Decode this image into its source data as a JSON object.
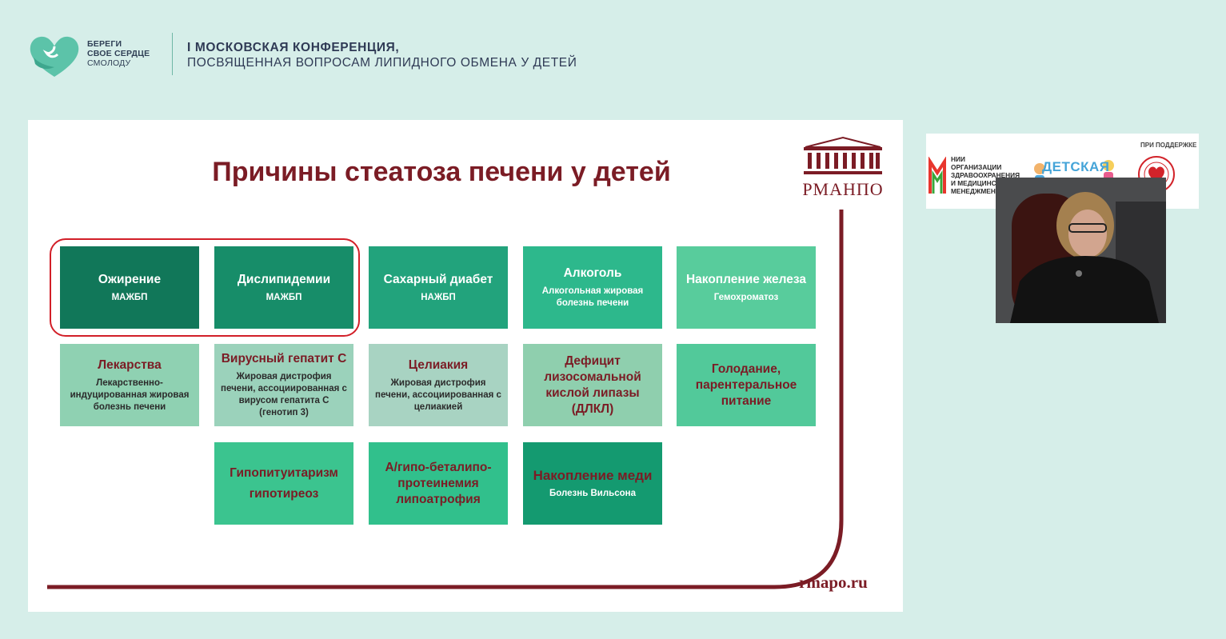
{
  "header": {
    "logo_lines": [
      "БЕРЕГИ",
      "СВОЕ СЕРДЦЕ",
      "СМОЛОДУ"
    ],
    "conference_line1": "I МОСКОВСКАЯ КОНФЕРЕНЦИЯ,",
    "conference_line2": "ПОСВЯЩЕННАЯ ВОПРОСАМ ЛИПИДНОГО ОБМЕНА У ДЕТЕЙ"
  },
  "slide": {
    "title": "Причины стеатоза печени у детей",
    "org_name": "РМАНПО",
    "site": "rmapo.ru",
    "cards": [
      {
        "title": "Ожирение",
        "subtitle": "МАЖБП",
        "style": "dark"
      },
      {
        "title": "Дислипидемии",
        "subtitle": "МАЖБП",
        "style": "dark"
      },
      {
        "title": "Сахарный диабет",
        "subtitle": "НАЖБП",
        "style": "dark"
      },
      {
        "title": "Алкоголь",
        "subtitle": "Алкогольная жировая болезнь печени",
        "style": "dark"
      },
      {
        "title": "Накопление железа",
        "subtitle": "Гемохроматоз",
        "style": "dark"
      },
      {
        "title": "Лекарства",
        "subtitle": "Лекарственно-индуцированная жировая болезнь печени",
        "style": "red"
      },
      {
        "title": "Вирусный гепатит С",
        "subtitle": "Жировая дистрофия печени, ассоциированная с вирусом гепатита С (генотип 3)",
        "style": "red"
      },
      {
        "title": "Целиакия",
        "subtitle": "Жировая дистрофия печени, ассоциированная с целиакией",
        "style": "red"
      },
      {
        "title": "Дефицит лизосомальной кислой липазы (ДЛКЛ)",
        "subtitle": "",
        "style": "red"
      },
      {
        "title": "Голодание, парентеральное питание",
        "subtitle": "",
        "style": "red"
      },
      {
        "title": "Гипопитуитаризм",
        "subtitle": "гипотиреоз",
        "style": "red"
      },
      {
        "title": "А/гипо-беталипо-протеинемия липоатрофия",
        "subtitle": "",
        "style": "red"
      },
      {
        "title": "Накопление меди",
        "subtitle": "Болезнь Вильсона",
        "style": "dark"
      }
    ]
  },
  "sponsors": {
    "heading": "ПРИ ПОДДЕРЖКЕ",
    "nii_lines": [
      "НИИ",
      "ОРГАНИЗАЦИИ",
      "ЗДРАВООХРАНЕНИЯ",
      "И МЕДИЦИНСКОГО",
      "МЕНЕДЖМЕНТА"
    ],
    "kids_text": "ДЕТСКАЯ"
  },
  "colors": {
    "accent": "#7b1c25",
    "highlight": "#d21f28",
    "background": "#d6eee9"
  }
}
